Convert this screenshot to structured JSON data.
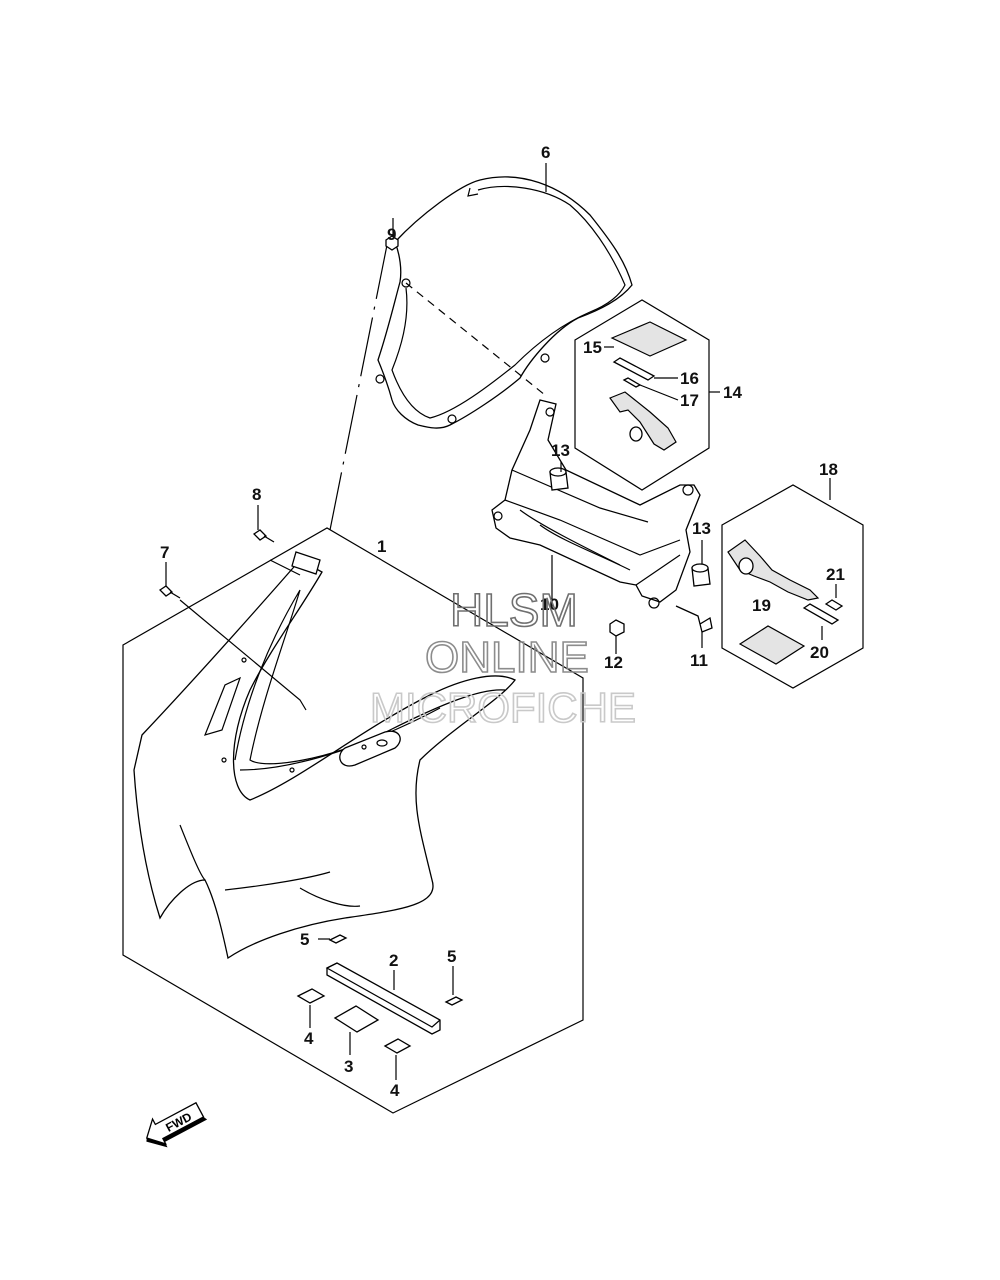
{
  "callouts": {
    "c1": "1",
    "c2": "2",
    "c3": "3",
    "c4a": "4",
    "c4b": "4",
    "c5a": "5",
    "c5b": "5",
    "c6": "6",
    "c7": "7",
    "c8": "8",
    "c9": "9",
    "c10": "10",
    "c11": "11",
    "c12": "12",
    "c13a": "13",
    "c13b": "13",
    "c14": "14",
    "c15": "15",
    "c16": "16",
    "c17": "17",
    "c18": "18",
    "c19": "19",
    "c20": "20",
    "c21": "21"
  },
  "fwd_label": "FWD",
  "watermark": {
    "line1": "HLSM",
    "line2": "ONLINE",
    "line3": "MICROFICHE"
  },
  "colors": {
    "ink": "#000000",
    "watermark_dark": "#6f6f6f",
    "watermark_light": "#c9c9c9"
  }
}
